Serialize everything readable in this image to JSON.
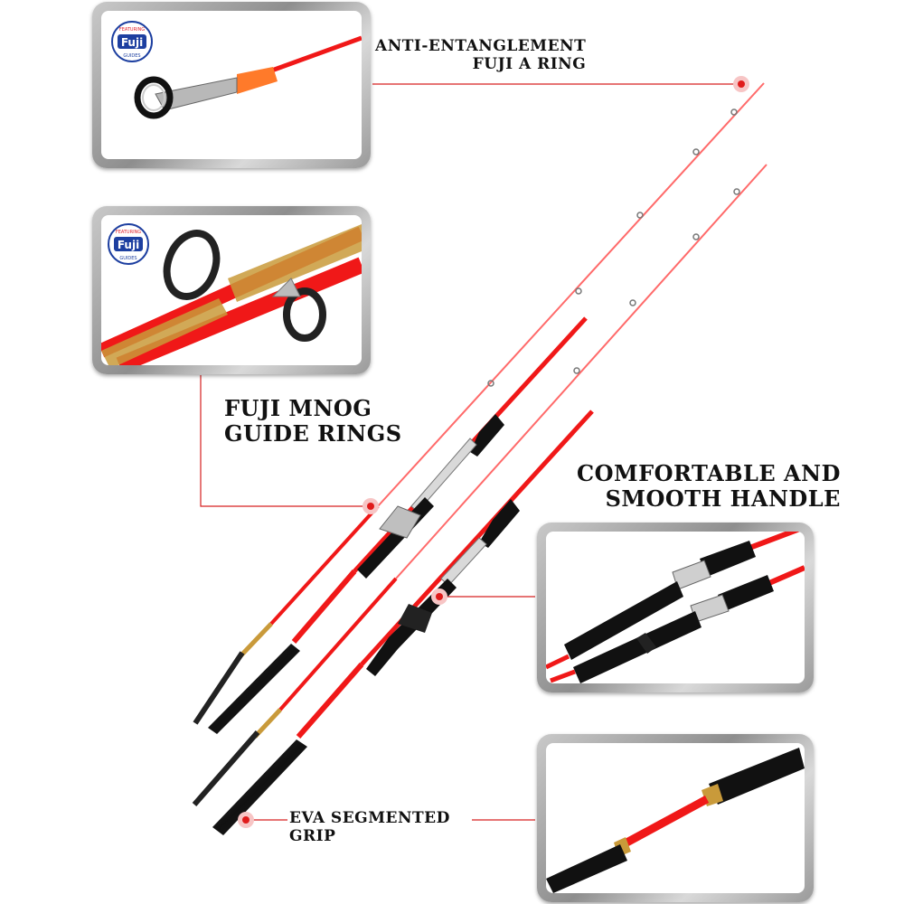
{
  "callouts": {
    "anti_entanglement": {
      "line1": "ANTI-ENTANGLEMENT",
      "line2": "FUJI A RING"
    },
    "guide_rings": {
      "line1": "FUJI MNOG",
      "line2": "GUIDE RINGS"
    },
    "handle": {
      "line1": "COMFORTABLE AND",
      "line2": "SMOOTH HANDLE"
    },
    "grip": {
      "line1": "EVA SEGMENTED",
      "line2": "GRIP"
    }
  },
  "badge": {
    "top_text": "FEATURING",
    "brand": "Fuji",
    "bottom_text": "GUIDES"
  },
  "colors": {
    "blank_red": "#f01818",
    "guide_line": "#d62020",
    "grip_black": "#151515",
    "gold_wrap": "#c99a3a",
    "badge_blue": "#1d3fa0",
    "badge_red": "#e0202a"
  },
  "icons": [
    "fuji-logo-icon",
    "callout-dot-icon"
  ]
}
